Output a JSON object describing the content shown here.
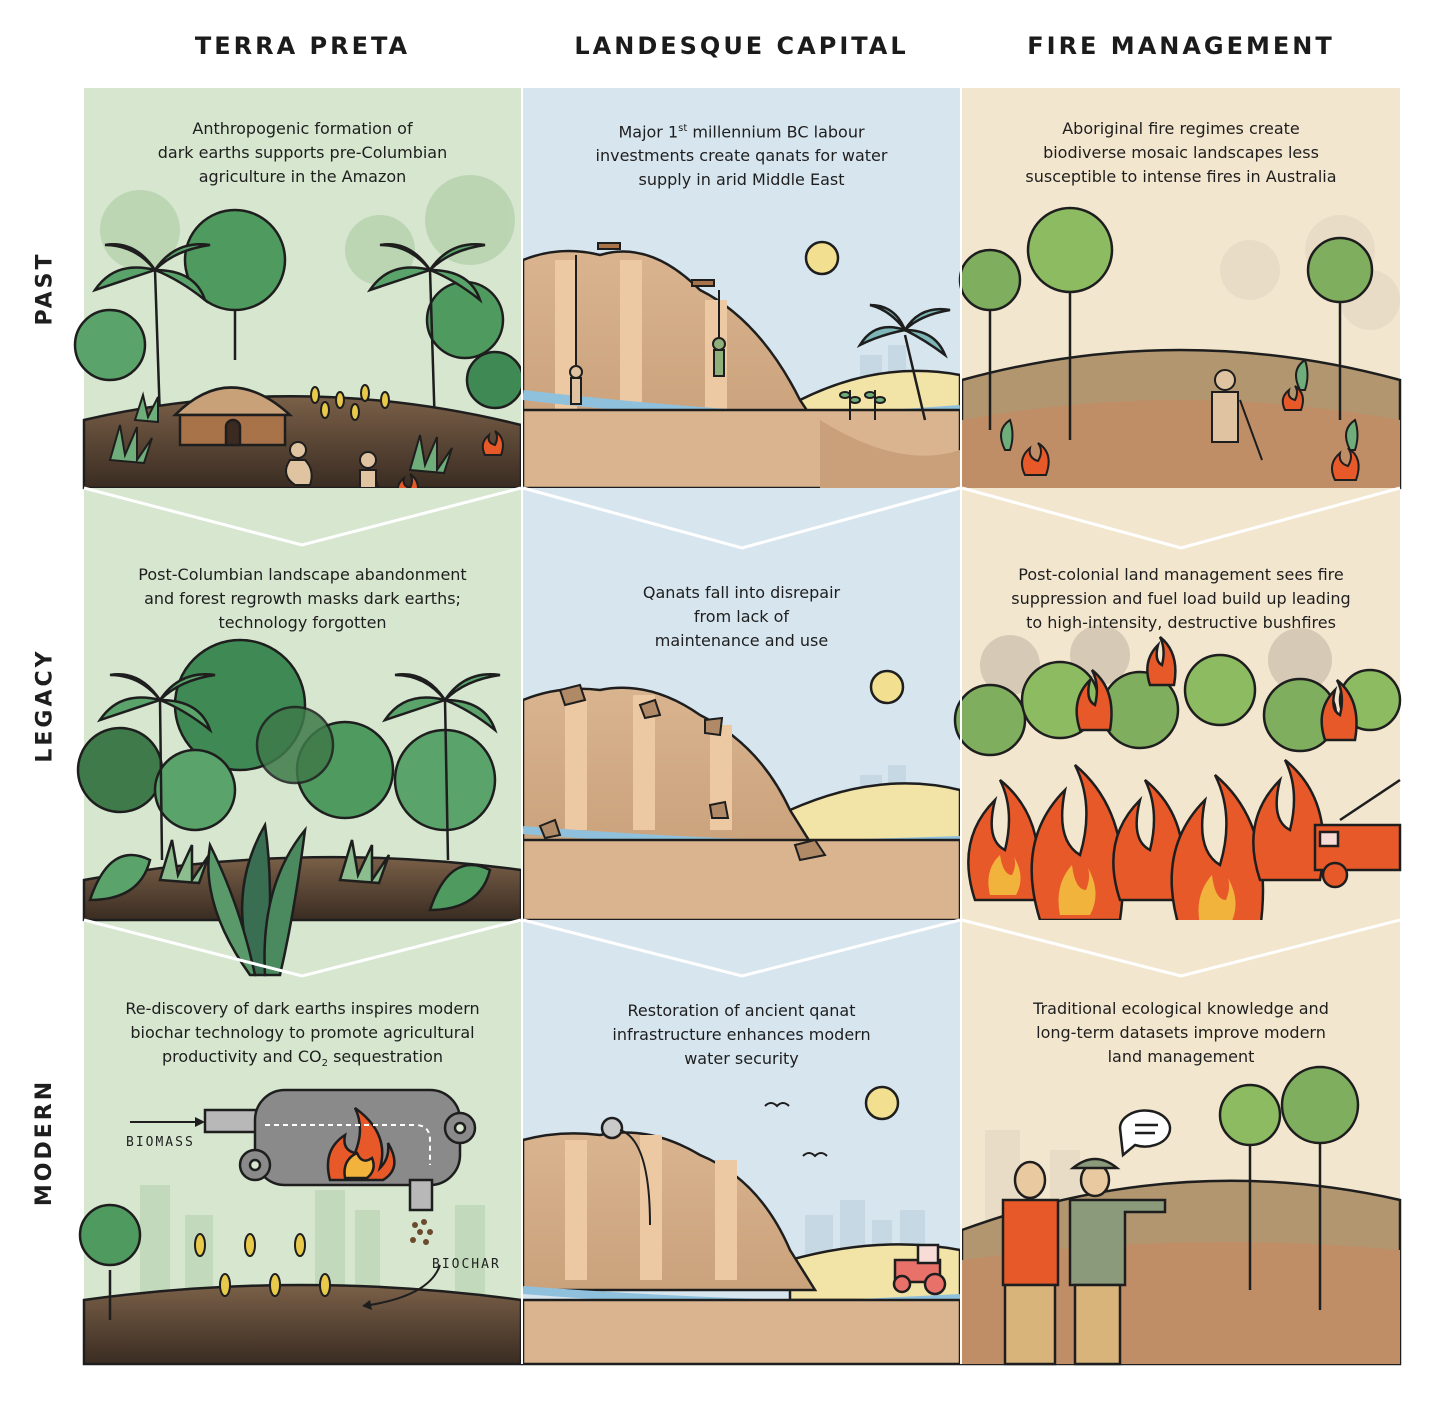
{
  "columns": {
    "terra_preta": "TERRA PRETA",
    "landesque_capital": "LANDESQUE CAPITAL",
    "fire_management": "FIRE MANAGEMENT"
  },
  "rows": {
    "past": "PAST",
    "legacy": "LEGACY",
    "modern": "MODERN"
  },
  "captions": {
    "terra_past": [
      "Anthropogenic formation of",
      "dark earths supports pre-Columbian",
      "agriculture in the Amazon"
    ],
    "landesque_past": {
      "pre": "Major 1",
      "sup": "st",
      "post": " millennium BC labour",
      "line2": "investments create qanats for water",
      "line3": "supply in arid Middle East"
    },
    "fire_past": [
      "Aboriginal fire regimes create",
      "biodiverse mosaic landscapes less",
      "susceptible to intense fires in Australia"
    ],
    "terra_legacy": [
      "Post-Columbian landscape abandonment",
      "and forest regrowth masks dark earths;",
      "technology forgotten"
    ],
    "landesque_legacy": [
      "Qanats fall into disrepair",
      "from lack of",
      "maintenance and use"
    ],
    "fire_legacy": [
      "Post-colonial land management sees fire",
      "suppression and fuel load build up leading",
      "to high-intensity, destructive bushfires"
    ],
    "terra_modern": {
      "line1": "Re-discovery of dark earths inspires modern",
      "line2": "biochar technology to promote agricultural",
      "line3_pre": "productivity and CO",
      "line3_sub": "2",
      "line3_post": " sequestration"
    },
    "landesque_modern": [
      "Restoration of ancient qanat",
      "infrastructure enhances modern",
      "water security"
    ],
    "fire_modern": [
      "Traditional ecological knowledge and",
      "long-term datasets improve modern",
      "land management"
    ]
  },
  "labels": {
    "biomass": "BIOMASS",
    "biochar": "BIOCHAR"
  },
  "colors": {
    "terra_bg": "#d6e6cf",
    "landesque_bg": "#d7e5ef",
    "fire_bg": "#f3e6cf",
    "soil_dark": "#4a3a2e",
    "soil_tan": "#d9b48f",
    "flame": "#e8592a",
    "leaf_green": "#3f7a4a"
  }
}
